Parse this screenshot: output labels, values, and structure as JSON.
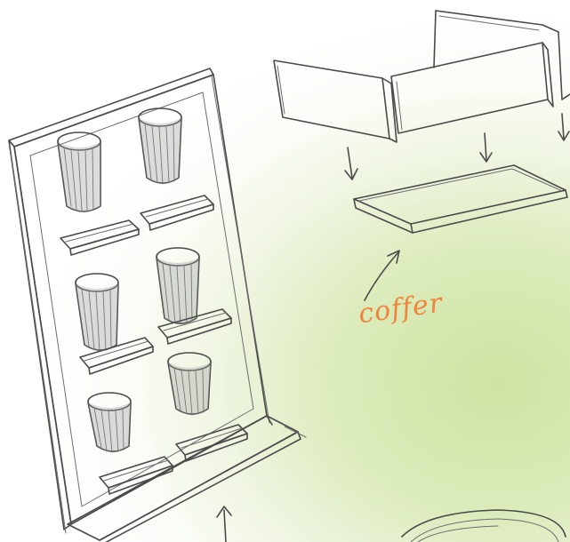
{
  "annotation": {
    "label": "coffer",
    "color": "#f0843c"
  },
  "colors": {
    "sketch_line": "#4a4a4a",
    "background_glow": "#cfe3a2"
  },
  "display_rack": {
    "cup_count": 6,
    "shelf_count": 6
  }
}
